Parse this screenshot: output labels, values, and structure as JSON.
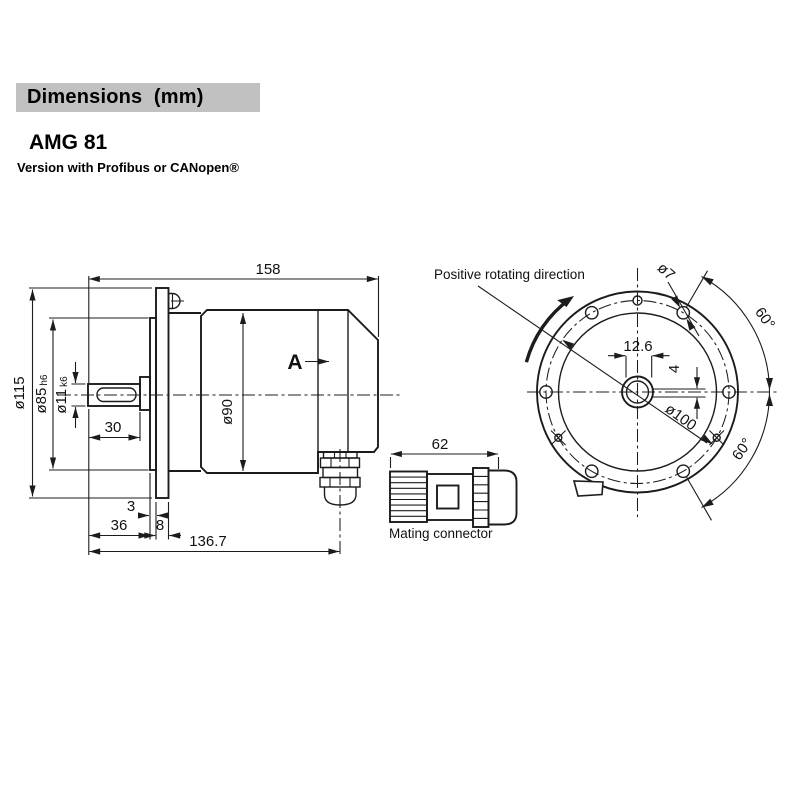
{
  "header": {
    "title": "Dimensions  (mm)"
  },
  "product": {
    "name": "AMG 81",
    "subtitle": "Version with Profibus or CANopen®"
  },
  "side_view": {
    "length_total": "158",
    "dia_flange": "ø115",
    "dia_pilot": "ø85",
    "dia_pilot_fit": "h6",
    "dia_shaft": "ø11",
    "dia_shaft_fit": "k6",
    "shaft_length": "30",
    "dia_body": "ø90",
    "pilot_depth": "3",
    "dim_36": "36",
    "flange_thickness": "8",
    "dim_136_7": "136.7",
    "section_label": "A"
  },
  "connector": {
    "length": "62",
    "label": "Mating connector"
  },
  "front_view": {
    "rotation_label": "Positive rotating direction",
    "dia_hole": "ø7",
    "angle_top": "60°",
    "angle_bottom": "60°",
    "key_width": "12.6",
    "key_depth": "4",
    "dia_bolt_circle": "ø100"
  }
}
